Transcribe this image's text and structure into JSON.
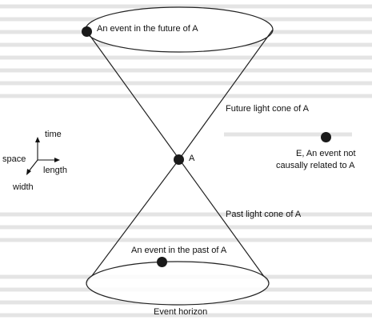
{
  "events": {
    "future": "An event in the future of A",
    "a": "A",
    "past": "An event in the past of A",
    "e_line1": "E, An event not",
    "e_line2": "causally related to A"
  },
  "cones": {
    "future": "Future light cone of A",
    "past": "Past light cone of A"
  },
  "axes": {
    "time": "time",
    "space": "space",
    "length": "length",
    "width": "width"
  },
  "horizon": "Event horizon",
  "colors": {
    "line": "#222222",
    "dot": "#1a1a1a",
    "bleed_through": "#cfcfcf"
  }
}
